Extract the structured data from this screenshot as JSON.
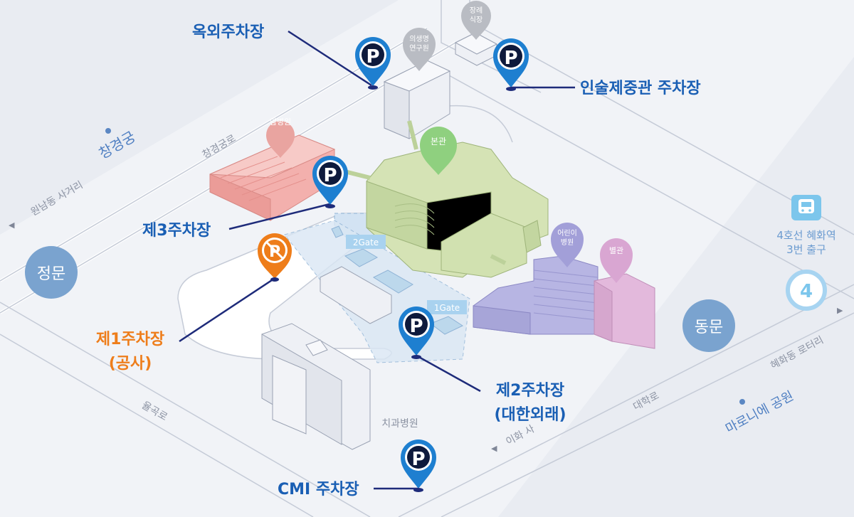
{
  "parking": {
    "outdoor": "옥외주차장",
    "funeral_hall": "인술제중관  주차장",
    "lot3": "제3주차장",
    "lot1_line1": "제1주차장",
    "lot1_line2": "(공사)",
    "lot2_line1": "제2주차장",
    "lot2_line2": "(대한외래)",
    "cmi": "CMI  주차장"
  },
  "gates": {
    "main": "정문",
    "east": "동문",
    "gate1": "1Gate",
    "gate2": "2Gate"
  },
  "buildings": {
    "cancer": "암병원",
    "main": "본관",
    "research_line1": "의생명",
    "research_line2": "연구원",
    "funeral_line1": "장례",
    "funeral_line2": "식장",
    "children_line1": "어린이",
    "children_line2": "병원",
    "annex": "별관",
    "dental": "치과병원"
  },
  "places": {
    "changgyeonggung": "창경궁",
    "marronnier": "마로니에 공원"
  },
  "roads": {
    "changgyeonggung_ro": "창경궁로",
    "wonnamdong": "원남동 사거리",
    "yulgok_ro": "율곡로",
    "ihwa": "이화 사",
    "daehak_ro": "대학로",
    "hyehwa_rotary": "혜화동 로터리"
  },
  "subway": {
    "line1": "4호선 혜화역",
    "line2": "3번 출구",
    "line_number": "4"
  },
  "icons": {
    "parking_glyph": "P"
  },
  "colors": {
    "parking_pin": "#1e7fd0",
    "parking_label": "#1a5fb4",
    "closed_parking": "#ee7d1a",
    "gate_circle": "#7aa3cf",
    "line_navy": "#1e2b7a"
  }
}
